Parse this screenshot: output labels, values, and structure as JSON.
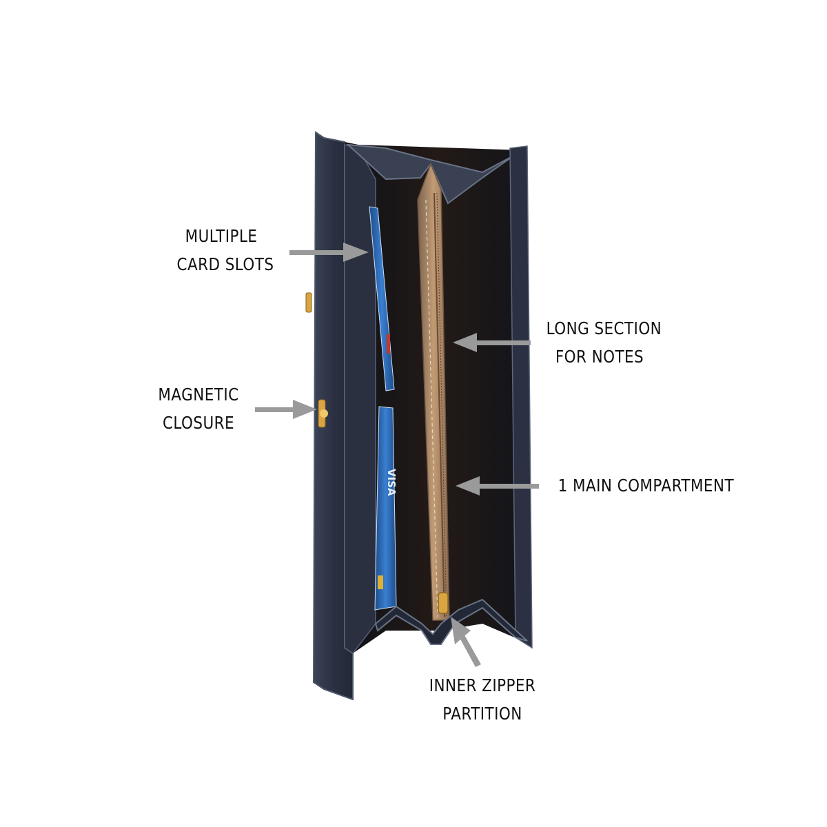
{
  "diagram": {
    "subject": "Open wallet, top-down view",
    "colors": {
      "background": "#ffffff",
      "wallet_leather": "#2b3142",
      "wallet_leather_light": "#4a5366",
      "wallet_interior": "#14151c",
      "zipper_partition": "#b3906c",
      "card_blue": "#2f6fb8",
      "hardware_gold": "#d9a441",
      "arrow": "#9a9a9a",
      "text": "#111111"
    },
    "callouts": [
      {
        "id": "card-slots",
        "lines": [
          "MULTIPLE",
          "CARD SLOTS"
        ]
      },
      {
        "id": "magnetic-closure",
        "lines": [
          "MAGNETIC",
          "CLOSURE"
        ]
      },
      {
        "id": "long-section",
        "lines": [
          "LONG SECTION",
          "FOR NOTES"
        ]
      },
      {
        "id": "main-compartment",
        "lines": [
          "1 MAIN COMPARTMENT"
        ]
      },
      {
        "id": "inner-zipper",
        "lines": [
          "INNER ZIPPER",
          "PARTITION"
        ]
      }
    ],
    "card_brand_text": "VISA"
  }
}
